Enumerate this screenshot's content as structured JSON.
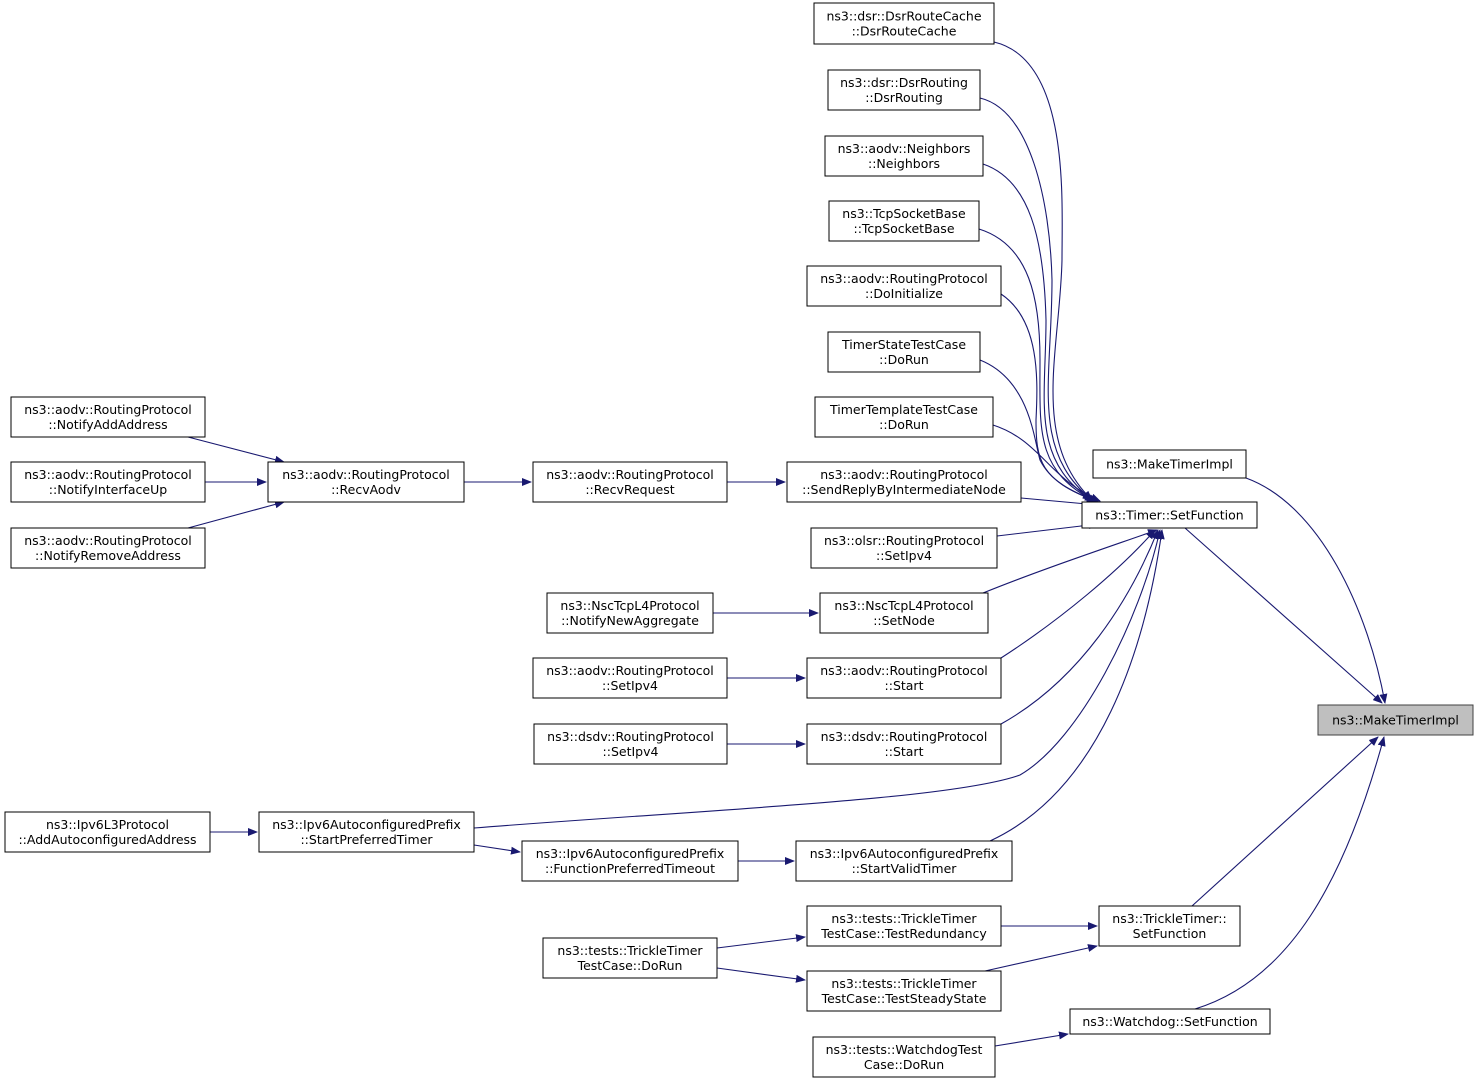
{
  "graph": {
    "edge_color": "#191970",
    "focus_fill": "#bfbfbf",
    "nodes": [
      {
        "id": "make_timer_impl",
        "lines": [
          "ns3::MakeTimerImpl"
        ],
        "focus": true
      },
      {
        "id": "make_timer_impl_caller",
        "lines": [
          "ns3::MakeTimerImpl"
        ]
      },
      {
        "id": "timer_set_function",
        "lines": [
          "ns3::Timer::SetFunction"
        ]
      },
      {
        "id": "trickle_set_function",
        "lines": [
          "ns3::TrickleTimer::",
          "SetFunction"
        ]
      },
      {
        "id": "watchdog_set_function",
        "lines": [
          "ns3::Watchdog::SetFunction"
        ]
      },
      {
        "id": "dsr_route_cache",
        "lines": [
          "ns3::dsr::DsrRouteCache",
          "::DsrRouteCache"
        ]
      },
      {
        "id": "dsr_routing",
        "lines": [
          "ns3::dsr::DsrRouting",
          "::DsrRouting"
        ]
      },
      {
        "id": "aodv_neighbors",
        "lines": [
          "ns3::aodv::Neighbors",
          "::Neighbors"
        ]
      },
      {
        "id": "tcp_socket_base",
        "lines": [
          "ns3::TcpSocketBase",
          "::TcpSocketBase"
        ]
      },
      {
        "id": "aodv_do_initialize",
        "lines": [
          "ns3::aodv::RoutingProtocol",
          "::DoInitialize"
        ]
      },
      {
        "id": "timer_state_test",
        "lines": [
          "TimerStateTestCase",
          "::DoRun"
        ]
      },
      {
        "id": "timer_template_test",
        "lines": [
          "TimerTemplateTestCase",
          "::DoRun"
        ]
      },
      {
        "id": "aodv_send_reply",
        "lines": [
          "ns3::aodv::RoutingProtocol",
          "::SendReplyByIntermediateNode"
        ]
      },
      {
        "id": "olsr_set_ipv4",
        "lines": [
          "ns3::olsr::RoutingProtocol",
          "::SetIpv4"
        ]
      },
      {
        "id": "nsc_set_node",
        "lines": [
          "ns3::NscTcpL4Protocol",
          "::SetNode"
        ]
      },
      {
        "id": "aodv_start",
        "lines": [
          "ns3::aodv::RoutingProtocol",
          "::Start"
        ]
      },
      {
        "id": "dsdv_start",
        "lines": [
          "ns3::dsdv::RoutingProtocol",
          "::Start"
        ]
      },
      {
        "id": "ipv6_start_valid",
        "lines": [
          "ns3::Ipv6AutoconfiguredPrefix",
          "::StartValidTimer"
        ]
      },
      {
        "id": "trickle_test_redundancy",
        "lines": [
          "ns3::tests::TrickleTimer",
          "TestCase::TestRedundancy"
        ]
      },
      {
        "id": "trickle_test_steady",
        "lines": [
          "ns3::tests::TrickleTimer",
          "TestCase::TestSteadyState"
        ]
      },
      {
        "id": "watchdog_test_dorun",
        "lines": [
          "ns3::tests::WatchdogTest",
          "Case::DoRun"
        ]
      },
      {
        "id": "aodv_recv_request",
        "lines": [
          "ns3::aodv::RoutingProtocol",
          "::RecvRequest"
        ]
      },
      {
        "id": "nsc_notify_new_aggregate",
        "lines": [
          "ns3::NscTcpL4Protocol",
          "::NotifyNewAggregate"
        ]
      },
      {
        "id": "aodv_set_ipv4",
        "lines": [
          "ns3::aodv::RoutingProtocol",
          "::SetIpv4"
        ]
      },
      {
        "id": "dsdv_set_ipv4",
        "lines": [
          "ns3::dsdv::RoutingProtocol",
          "::SetIpv4"
        ]
      },
      {
        "id": "ipv6_function_preferred_timeout",
        "lines": [
          "ns3::Ipv6AutoconfiguredPrefix",
          "::FunctionPreferredTimeout"
        ]
      },
      {
        "id": "trickle_test_dorun",
        "lines": [
          "ns3::tests::TrickleTimer",
          "TestCase::DoRun"
        ]
      },
      {
        "id": "aodv_recv_aodv",
        "lines": [
          "ns3::aodv::RoutingProtocol",
          "::RecvAodv"
        ]
      },
      {
        "id": "ipv6_start_preferred",
        "lines": [
          "ns3::Ipv6AutoconfiguredPrefix",
          "::StartPreferredTimer"
        ]
      },
      {
        "id": "aodv_notify_add_address",
        "lines": [
          "ns3::aodv::RoutingProtocol",
          "::NotifyAddAddress"
        ]
      },
      {
        "id": "aodv_notify_interface_up",
        "lines": [
          "ns3::aodv::RoutingProtocol",
          "::NotifyInterfaceUp"
        ]
      },
      {
        "id": "aodv_notify_remove_address",
        "lines": [
          "ns3::aodv::RoutingProtocol",
          "::NotifyRemoveAddress"
        ]
      },
      {
        "id": "ipv6l3_add_autoconfigured",
        "lines": [
          "ns3::Ipv6L3Protocol",
          "::AddAutoconfiguredAddress"
        ]
      }
    ],
    "edges": [
      {
        "from": "make_timer_impl_caller",
        "to": "make_timer_impl"
      },
      {
        "from": "timer_set_function",
        "to": "make_timer_impl"
      },
      {
        "from": "trickle_set_function",
        "to": "make_timer_impl"
      },
      {
        "from": "watchdog_set_function",
        "to": "make_timer_impl"
      },
      {
        "from": "dsr_route_cache",
        "to": "timer_set_function"
      },
      {
        "from": "dsr_routing",
        "to": "timer_set_function"
      },
      {
        "from": "aodv_neighbors",
        "to": "timer_set_function"
      },
      {
        "from": "tcp_socket_base",
        "to": "timer_set_function"
      },
      {
        "from": "aodv_do_initialize",
        "to": "timer_set_function"
      },
      {
        "from": "timer_state_test",
        "to": "timer_set_function"
      },
      {
        "from": "timer_template_test",
        "to": "timer_set_function"
      },
      {
        "from": "aodv_send_reply",
        "to": "timer_set_function"
      },
      {
        "from": "olsr_set_ipv4",
        "to": "timer_set_function"
      },
      {
        "from": "nsc_set_node",
        "to": "timer_set_function"
      },
      {
        "from": "aodv_start",
        "to": "timer_set_function"
      },
      {
        "from": "dsdv_start",
        "to": "timer_set_function"
      },
      {
        "from": "ipv6_start_preferred",
        "to": "timer_set_function"
      },
      {
        "from": "ipv6_start_valid",
        "to": "timer_set_function"
      },
      {
        "from": "trickle_test_redundancy",
        "to": "trickle_set_function"
      },
      {
        "from": "trickle_test_steady",
        "to": "trickle_set_function"
      },
      {
        "from": "watchdog_test_dorun",
        "to": "watchdog_set_function"
      },
      {
        "from": "aodv_recv_request",
        "to": "aodv_send_reply"
      },
      {
        "from": "nsc_notify_new_aggregate",
        "to": "nsc_set_node"
      },
      {
        "from": "aodv_set_ipv4",
        "to": "aodv_start"
      },
      {
        "from": "dsdv_set_ipv4",
        "to": "dsdv_start"
      },
      {
        "from": "ipv6_function_preferred_timeout",
        "to": "ipv6_start_valid"
      },
      {
        "from": "trickle_test_dorun",
        "to": "trickle_test_redundancy"
      },
      {
        "from": "trickle_test_dorun",
        "to": "trickle_test_steady"
      },
      {
        "from": "aodv_recv_aodv",
        "to": "aodv_recv_request"
      },
      {
        "from": "ipv6_start_preferred",
        "to": "ipv6_function_preferred_timeout"
      },
      {
        "from": "aodv_notify_add_address",
        "to": "aodv_recv_aodv"
      },
      {
        "from": "aodv_notify_interface_up",
        "to": "aodv_recv_aodv"
      },
      {
        "from": "aodv_notify_remove_address",
        "to": "aodv_recv_aodv"
      },
      {
        "from": "ipv6l3_add_autoconfigured",
        "to": "ipv6_start_preferred"
      }
    ]
  }
}
